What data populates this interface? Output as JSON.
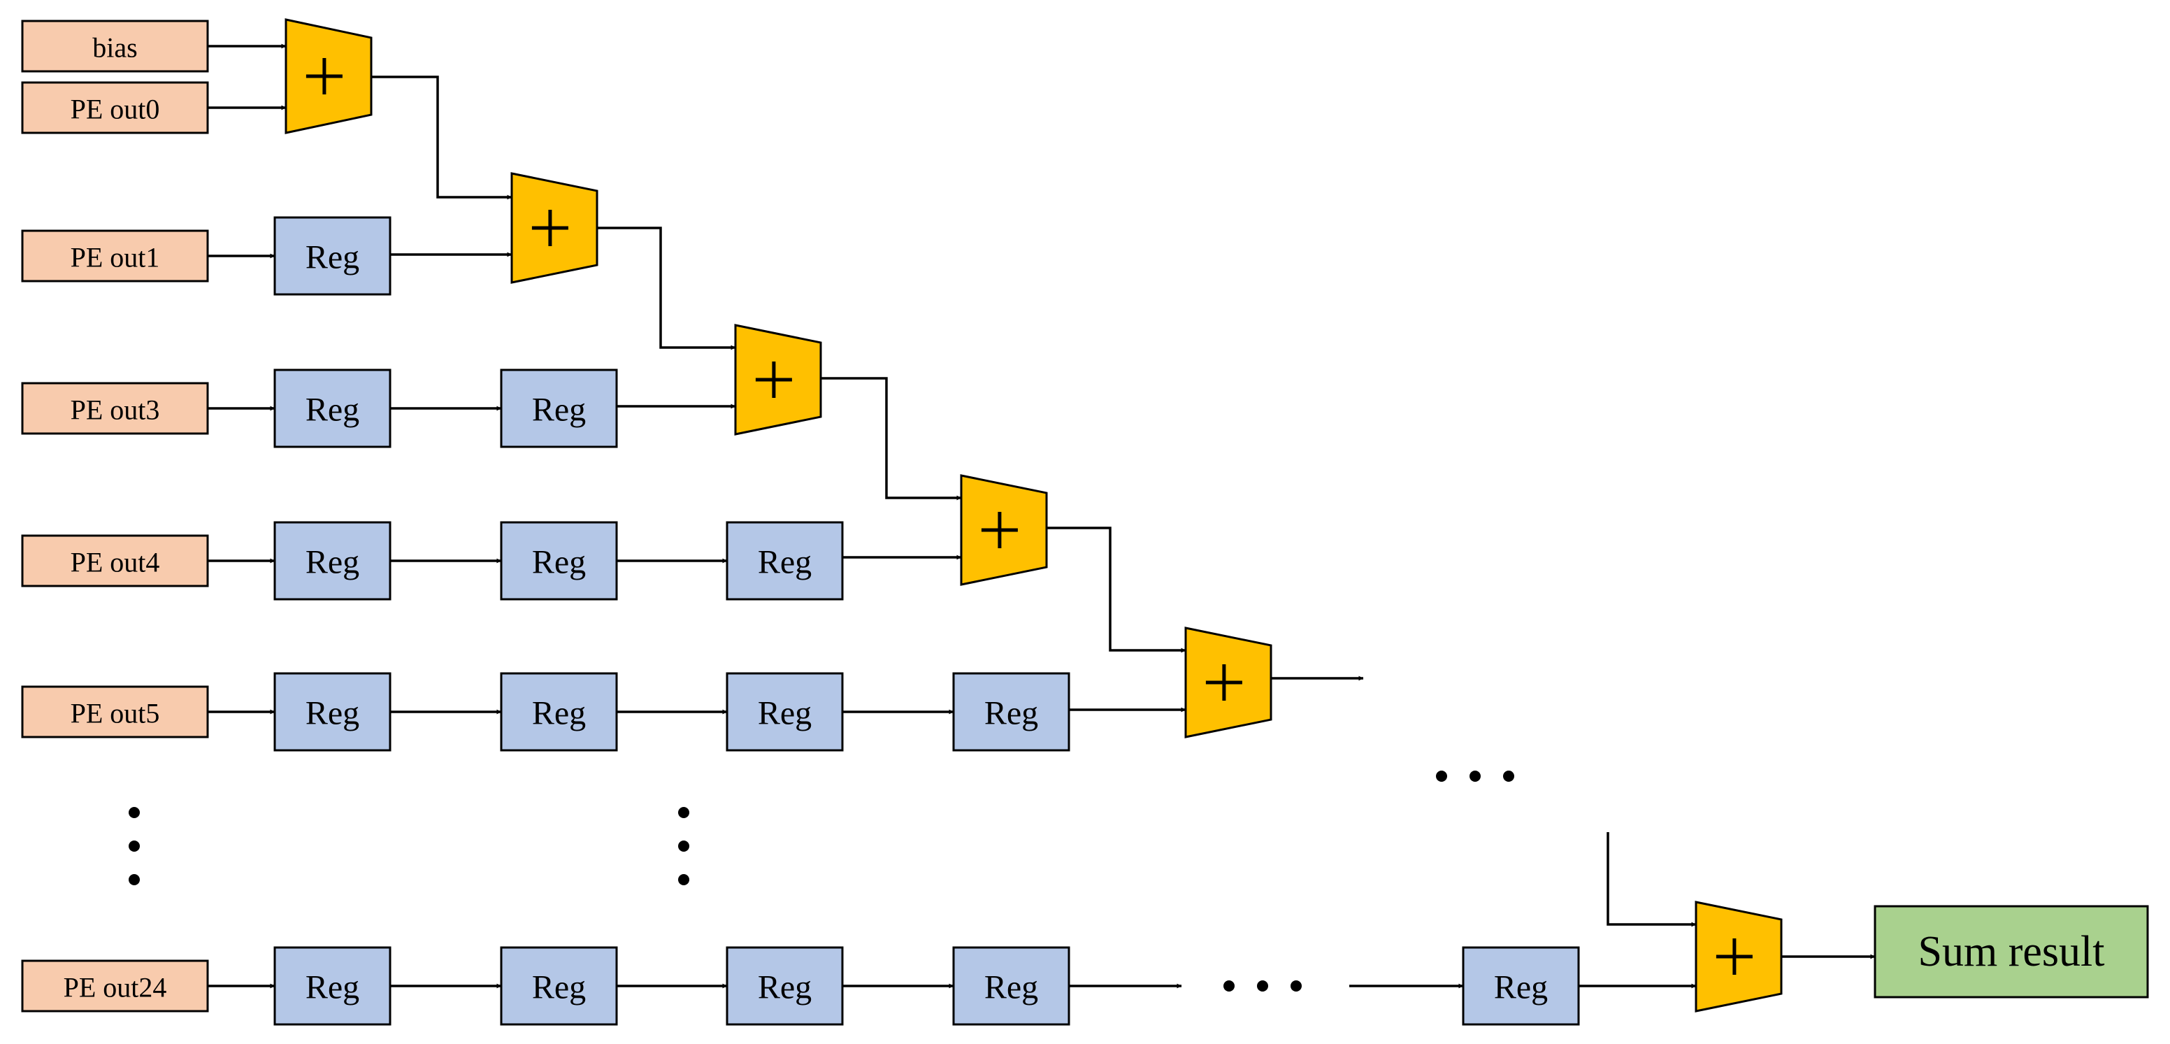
{
  "diagram": {
    "inputs": [
      "bias",
      "PE out0",
      "PE out1",
      "PE out3",
      "PE out4",
      "PE out5",
      "PE out24"
    ],
    "register_label": "Reg",
    "adder_symbol": "+",
    "output_label": "Sum result",
    "ellipsis": "• • •",
    "colors": {
      "input_fill": "#F8CBAD",
      "register_fill": "#B4C7E7",
      "adder_fill": "#FFC000",
      "output_fill": "#A9D18E",
      "stroke": "#000000"
    }
  }
}
